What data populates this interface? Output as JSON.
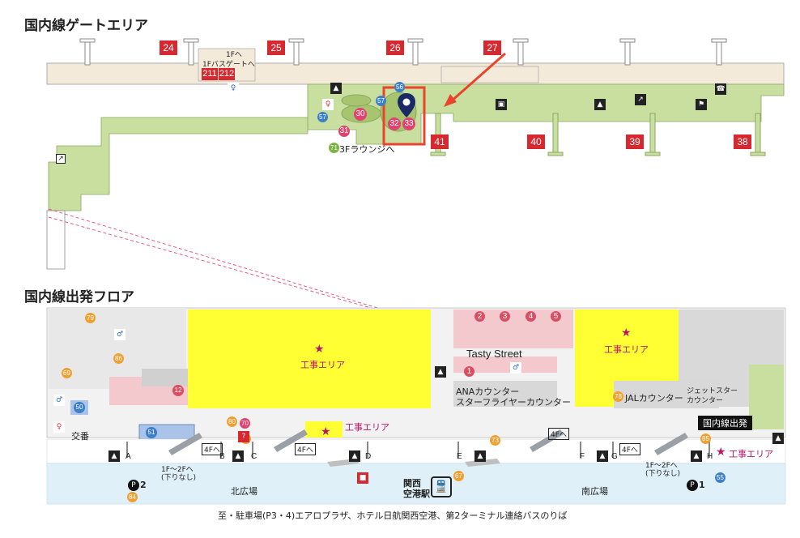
{
  "titles": {
    "gate_area": "国内線ゲートエリア",
    "departure_floor": "国内線出発フロア"
  },
  "gates_top": [
    "24",
    "25",
    "26",
    "27"
  ],
  "gates_bottom": [
    "41",
    "40",
    "39",
    "38"
  ],
  "gates_small": [
    "211",
    "212"
  ],
  "spots": [
    "32",
    "33",
    "31",
    "30",
    "56",
    "57",
    "57",
    "71"
  ],
  "labels": {
    "bus_gate_1f": "1Fバスゲートへ",
    "to_1f": "1Fへ",
    "lounge_3f": "3Fラウンジへ",
    "tasty_street": "Tasty Street",
    "construction": "工事エリア",
    "ana_counter_line1": "ANAカウンター",
    "ana_counter_line2": "スターフライヤーカウンター",
    "jal_counter": "JALカウンター",
    "jetstar_line1": "ジェットスター",
    "jetstar_line2": "カウンター",
    "domestic_departure": "国内線出発",
    "koban": "交番",
    "kitahiroba": "北広場",
    "minamihiroba": "南広場",
    "kansai_station_1": "関西",
    "kansai_station_2": "空港駅",
    "to_4f": "4Fへ",
    "to_2f": "1F〜2Fへ",
    "no_down": "(下りなし)",
    "p2": "2",
    "p1": "1",
    "footer": "至・駐車場(P3・4)エアロプラザ、ホテル日航関西空港、第2ターミナル連絡バスのりば"
  },
  "pois": {
    "pink_numbers": [
      "2",
      "3",
      "4",
      "5",
      "1",
      "12"
    ],
    "orange_numbers": [
      "79",
      "86",
      "69",
      "78",
      "76",
      "73",
      "67",
      "84",
      "80",
      "70",
      "85"
    ],
    "blue_numbers": [
      "50",
      "51",
      "55"
    ]
  },
  "doors": [
    "A",
    "B",
    "C",
    "D",
    "E",
    "F",
    "G",
    "H"
  ],
  "colors": {
    "gate_red": "#d7282f",
    "map_green": "#c9dfa0",
    "construction_yellow": "#ffff33",
    "highlight_red": "#e8452c",
    "walkway_blue": "#dff0f9",
    "pink_zone": "#f3c9cd",
    "pin_navy": "#1a2a66"
  },
  "icons": [
    "location-pin-icon",
    "escalator-icon",
    "restroom-icon",
    "elevator-icon",
    "info-icon",
    "star-icon",
    "train-icon",
    "parking-icon",
    "arrow-icon"
  ]
}
